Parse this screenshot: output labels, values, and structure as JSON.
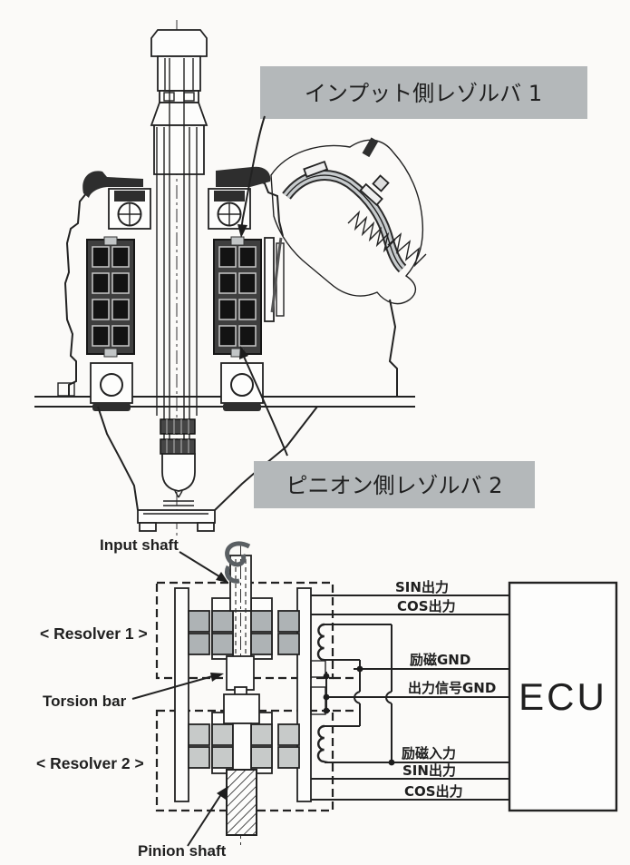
{
  "figure": {
    "paper_color": "#fbfaf8",
    "line_color": "#222222",
    "callout_box_color": "#b4b8ba",
    "resolver1_coil_color": "#aeb3b5",
    "resolver2_coil_color": "#c7cac9"
  },
  "cross_section": {
    "callout_input_resolver": "インプット側レゾルバ 1",
    "callout_pinion_resolver": "ピニオン側レゾルバ 2"
  },
  "schematic": {
    "input_shaft_label": "Input shaft",
    "resolver1_label": "< Resolver 1 >",
    "torsion_bar_label": "Torsion bar",
    "resolver2_label": "< Resolver 2 >",
    "pinion_shaft_label": "Pinion shaft",
    "ecu_label": "ECU",
    "wires": [
      {
        "label": "SIN出力"
      },
      {
        "label": "COS出力"
      },
      {
        "label": "励磁GND"
      },
      {
        "label": "出力信号GND"
      },
      {
        "label": "励磁入力"
      },
      {
        "label": "SIN出力"
      },
      {
        "label": "COS出力"
      }
    ]
  }
}
